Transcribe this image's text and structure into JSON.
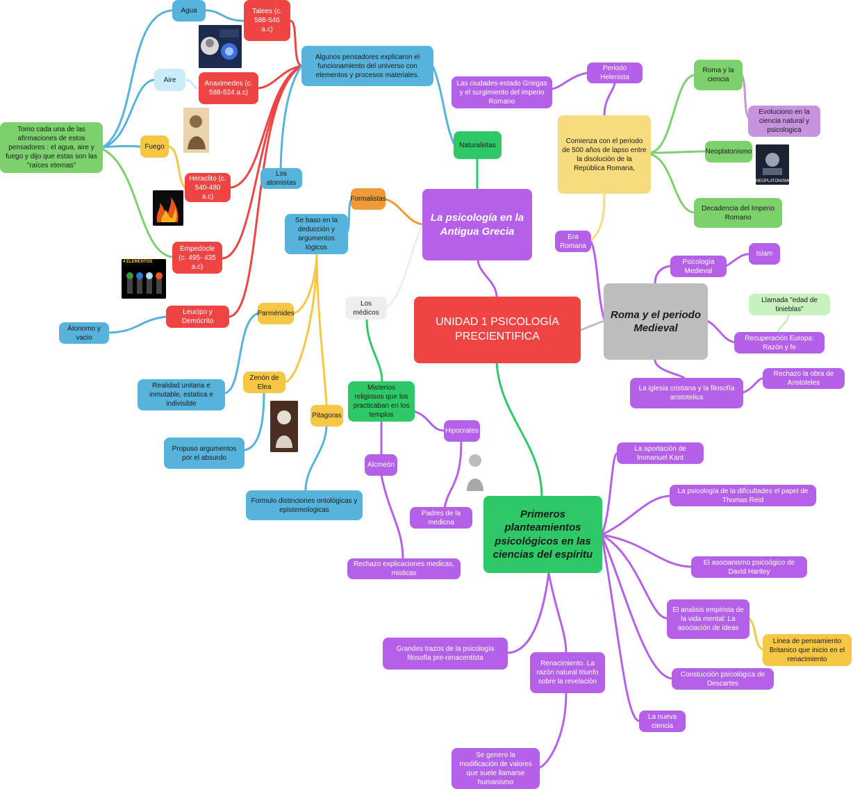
{
  "center": "UNIDAD 1 PSICOLOGÍA PRECIENTIFICA",
  "grecia": {
    "title": "La psicología en la Antigua Grecia",
    "naturalistas": "Naturalistas",
    "formalistas": "Formalistas",
    "medicos": "Los médicos",
    "pensadores": "Algunos pensadores explicaron el funcionamiento del universo con elementos y procesos materiales.",
    "tales": "Talees (c. 588-546 a.c)",
    "agua": "Agua",
    "anaximedes": "Anaximedes (c. 588-524 a.c)",
    "aire": "Aire",
    "heraclito": "Heraclito (c. 540-480 a.c)",
    "fuego": "Fuego",
    "empedocle": "Empedocle (c. 495- 435 a.c)",
    "tomo": "Tomo cada una de las afirmaciones de estos pensadores : el agua, aire y fuego y dijo que estas son las \"raíces eternas\"",
    "atomistas": "Los atomistas",
    "leucipo": "Leucipo y Demócrito",
    "atonomo": "Átonomo y vacio",
    "deduccion": "Se baso en la deducción y argumentos lógicos",
    "parmenides": "Parménides",
    "realidad": "Realidad unitaria e inmutable, estatica e indivisible",
    "zenon": "Zenón de Elea",
    "propuso": "Propuso argumentos por el absurdo",
    "pitagoras": "Pitagoras",
    "formulo": "Formulo distinciones ontológicas y epistemologicas",
    "misterios": "Misterios religiosos que los practicaban en los templos",
    "hipocrates": "Hipocrates",
    "padres": "Padres de la medicna",
    "alcmeon": "Alcmeón",
    "rechazo_med": "Rechazo explicaciones medicas, misticas",
    "img_elementos": "4 ELEMENTOS",
    "img_neo": "NEOPLATONISMO"
  },
  "roma": {
    "title": "Roma y el periodo Medieval",
    "era": "Era Romana",
    "comienza": "Comienza con el periodo de 500 años de lapso entre la disolución de la República Romana,",
    "helenista": "Periodo Helenista",
    "ciudades": "Las ciudades-estado Griegas y el surgimiento del imperio Romano",
    "romaciencia": "Roma y la ciencia",
    "evoluciono": "Evoluciono en la ciencia natural y psicologica",
    "neoplatonismo": "Neoplatonismo",
    "decadencia": "Decadencia del Imperio Romano",
    "medieval": "Psicología Medieval",
    "islam": "Islam",
    "llamada": "Llamada \"edad de tinieblas\"",
    "recuperacion": "Recuperación Europa: Razón y fe",
    "iglesia": "La iglesia cristiana y la filosofía aristotelica",
    "rechazo_aris": "Rechazo la obra de Aristoteles"
  },
  "primeros": {
    "title": "Primeros planteamientos psicológicos en las ciencias del espíritu",
    "kant": "La aportación de Immanuel Kant",
    "reid": "La psicología de la dificultades el papel de Thomas Reid",
    "hartley": "El asocianismo psicoógico de David Hartley",
    "analisis": "El analisis empirista de la vida mental: La asociación de ideas",
    "linea": "Linea de pensamiento Britanico que inicio en el renacimiento",
    "descartes": "Constucción psicológica de Descartes",
    "nueva": "La nueva ciencia",
    "grandes": "Grandes trazos de la psicología filosofía pre-renacentista",
    "renacimiento": "Renacimiento. La razón natural triunfo sobre la revelación",
    "genero": "Se genero la modificación de valores que suele llamarse humanismo"
  }
}
